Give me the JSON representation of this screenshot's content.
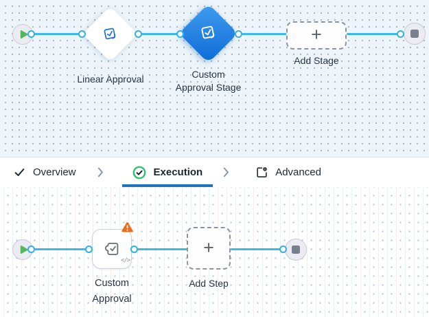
{
  "top_canvas": {
    "linear_approval_label": "Linear Approval",
    "custom_stage_label": "Custom Approval Stage",
    "add_stage_label": "Add Stage",
    "plus": "+"
  },
  "tab_bar": {
    "tabs": [
      {
        "label": "Overview"
      },
      {
        "label": "Execution"
      },
      {
        "label": "Advanced"
      }
    ]
  },
  "bottom_canvas": {
    "custom_approval_label": "Custom Approval",
    "add_step_label": "Add Step",
    "plus": "+",
    "code_glyph": "</>"
  },
  "colors": {
    "edge_blue": "#3db8ec",
    "diamond_blue_start": "#429cee",
    "diamond_blue_end": "#0c6cd6",
    "warning_orange": "#ed6c1a",
    "play_green": "#58b55e",
    "execution_check_green": "#2dc26b",
    "active_tab_underline": "#1b74bc"
  }
}
